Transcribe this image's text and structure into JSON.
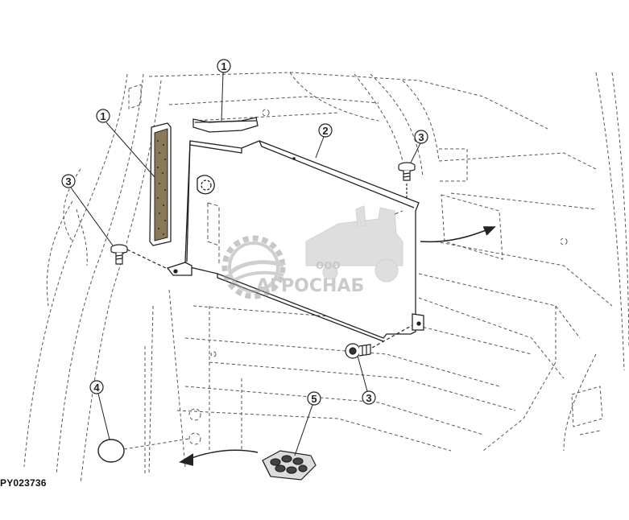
{
  "figure_id": "PY023736",
  "callouts": [
    {
      "id": "c1a",
      "label": "1"
    },
    {
      "id": "c1b",
      "label": "1"
    },
    {
      "id": "c2",
      "label": "2"
    },
    {
      "id": "c3a",
      "label": "3"
    },
    {
      "id": "c3b",
      "label": "3"
    },
    {
      "id": "c3c",
      "label": "3"
    },
    {
      "id": "c4",
      "label": "4"
    },
    {
      "id": "c5",
      "label": "5"
    }
  ],
  "watermark": {
    "small_text": "ООО",
    "brand_text": "АГРОСНАБ",
    "color": "#b8b8b8"
  },
  "colors": {
    "line": "#222222",
    "dash": "#555555",
    "seal_fill": "#8a7a5a"
  }
}
